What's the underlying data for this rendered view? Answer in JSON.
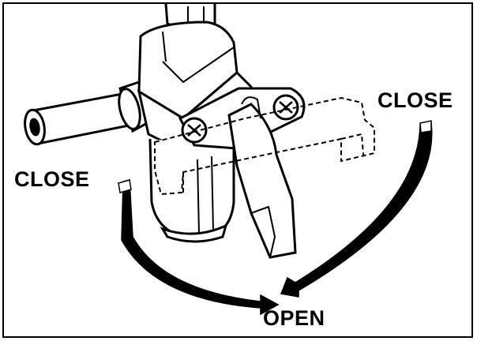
{
  "labels": {
    "close_left": "CLOSE",
    "close_right": "CLOSE",
    "open": "OPEN"
  },
  "colors": {
    "ink": "#000000",
    "paper": "#ffffff",
    "shade": "#e6e6e6"
  }
}
